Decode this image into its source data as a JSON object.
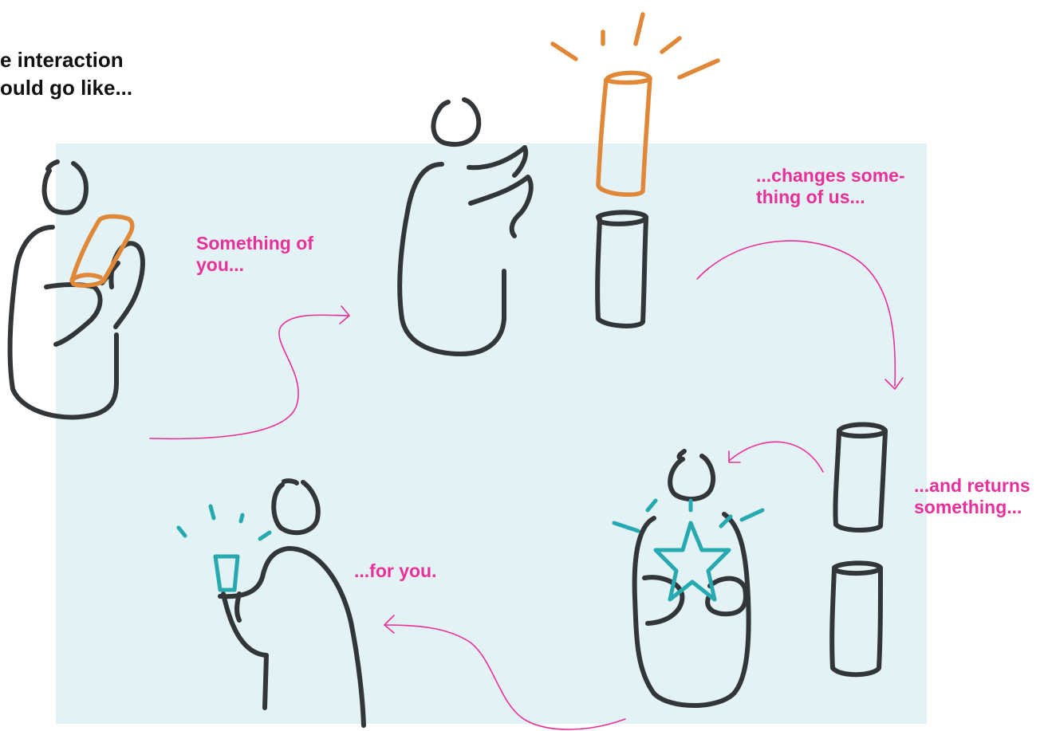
{
  "title": {
    "line1": "e interaction",
    "line2": "ould go like..."
  },
  "captions": {
    "step1": "Something of\nyou...",
    "step2": "...changes some-\nthing of us...",
    "step3": "...and returns\nsomething...",
    "step4": "...for you."
  },
  "colors": {
    "background_panel": "#e3f2f4",
    "ink": "#333639",
    "accent_orange": "#e08837",
    "accent_teal": "#27a9b1",
    "caption_pink": "#e8309a"
  },
  "icons": [
    "person-figure",
    "phone-icon",
    "smart-speaker-icon",
    "star-icon",
    "sparkle-lines",
    "flow-arrow"
  ]
}
